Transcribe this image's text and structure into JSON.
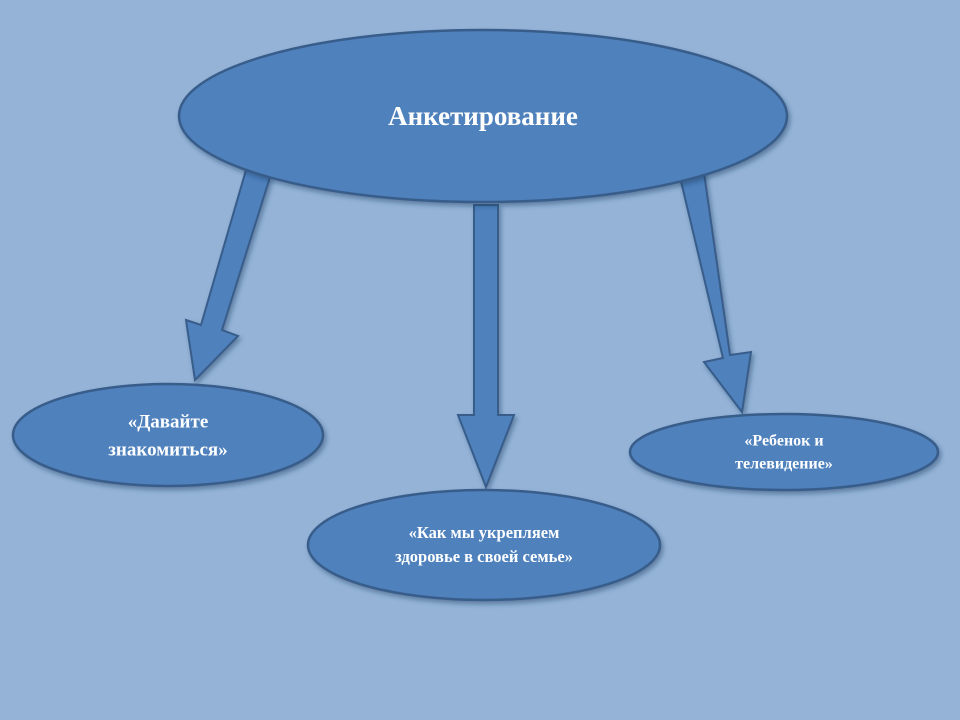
{
  "diagram": {
    "root": {
      "label": "Анкетирование"
    },
    "children": [
      {
        "line1": "«Давайте",
        "line2": "знакомиться»"
      },
      {
        "line1": "«Как мы укрепляем",
        "line2": "здоровье в своей семье»"
      },
      {
        "line1": "«Ребенок и",
        "line2": "телевидение»"
      }
    ]
  },
  "colors": {
    "background": "#95b3d7",
    "node_fill": "#4f81bd",
    "node_stroke": "#385d8a",
    "text": "#ffffff"
  }
}
